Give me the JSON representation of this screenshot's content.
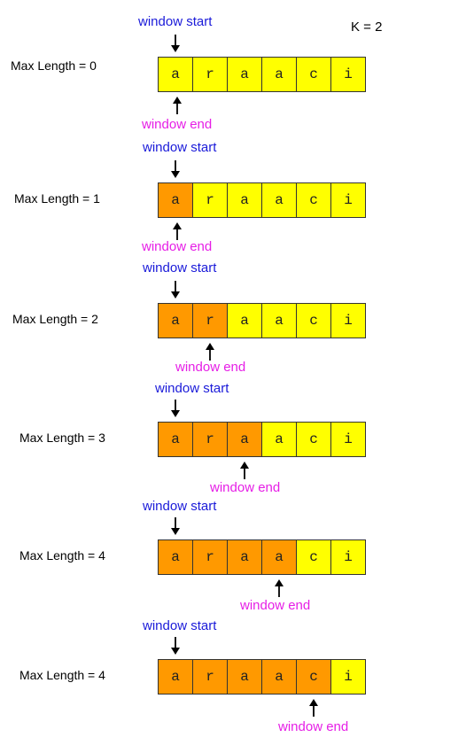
{
  "k_label": "K = 2",
  "start_label": "window start",
  "end_label": "window end",
  "letters": [
    "a",
    "r",
    "a",
    "a",
    "c",
    "i"
  ],
  "colors": {
    "window": "#ff9900",
    "outside": "#ffff00",
    "start_text": "#1a1ad9",
    "end_text": "#e61ee6"
  },
  "steps": [
    {
      "max_length": "Max Length = 0",
      "window_start": 0,
      "window_end": 0,
      "highlighted_count": 0
    },
    {
      "max_length": "Max Length = 1",
      "window_start": 0,
      "window_end": 0,
      "highlighted_count": 1
    },
    {
      "max_length": "Max Length = 2",
      "window_start": 0,
      "window_end": 1,
      "highlighted_count": 2
    },
    {
      "max_length": "Max Length = 3",
      "window_start": 0,
      "window_end": 2,
      "highlighted_count": 3
    },
    {
      "max_length": "Max Length = 4",
      "window_start": 0,
      "window_end": 3,
      "highlighted_count": 4
    },
    {
      "max_length": "Max Length = 4",
      "window_start": 0,
      "window_end": 4,
      "highlighted_count": 5
    }
  ]
}
